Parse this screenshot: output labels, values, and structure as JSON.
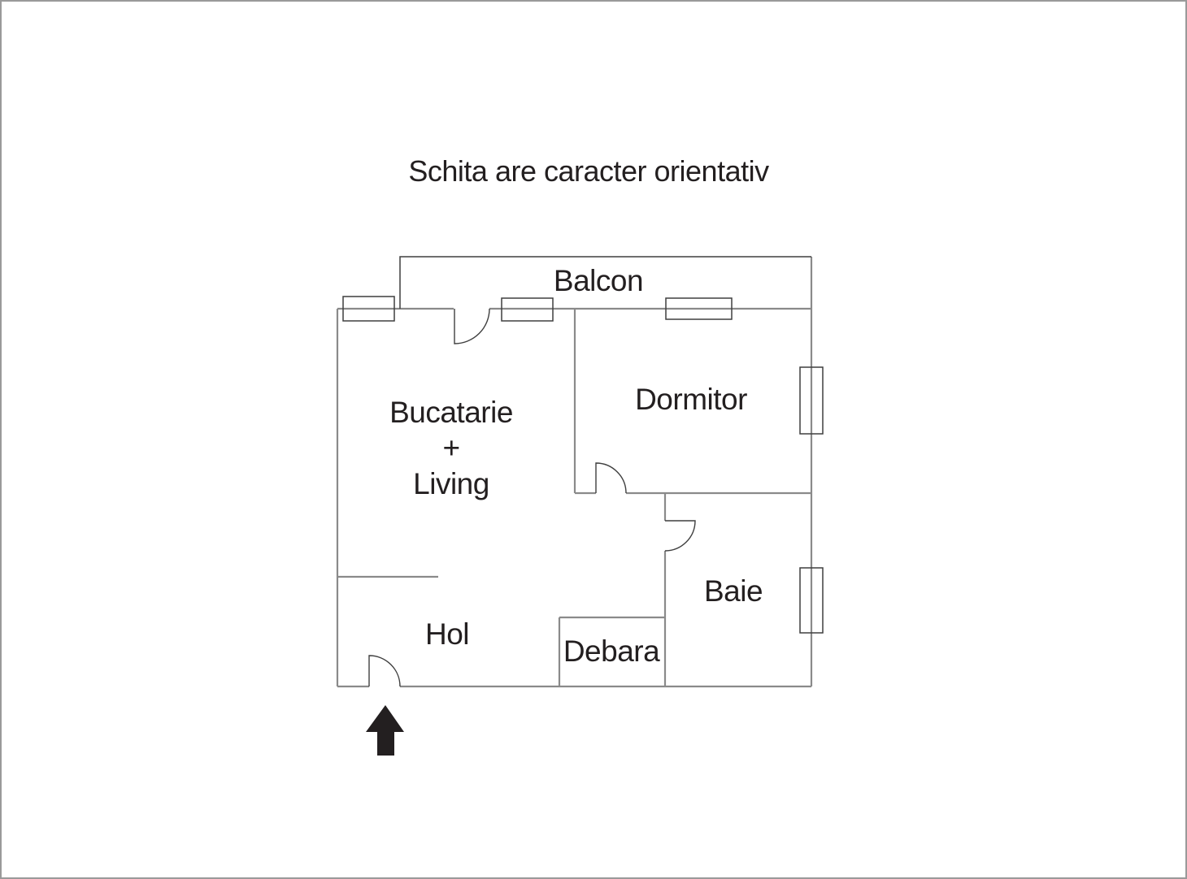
{
  "title": "Schita are caracter orientativ",
  "rooms": {
    "balcon": "Balcon",
    "bucatarie_living": "Bucatarie\n+\nLiving",
    "dormitor": "Dormitor",
    "baie": "Baie",
    "hol": "Hol",
    "debara": "Debara"
  },
  "icons": {
    "entrance_arrow": "filled-up-arrow-entrance-marker"
  },
  "colors": {
    "wall": "#8a8a8a",
    "fixture": "#3f3f3f",
    "ink": "#231f20",
    "canvas_border": "#9a9a9a",
    "background": "#ffffff"
  }
}
